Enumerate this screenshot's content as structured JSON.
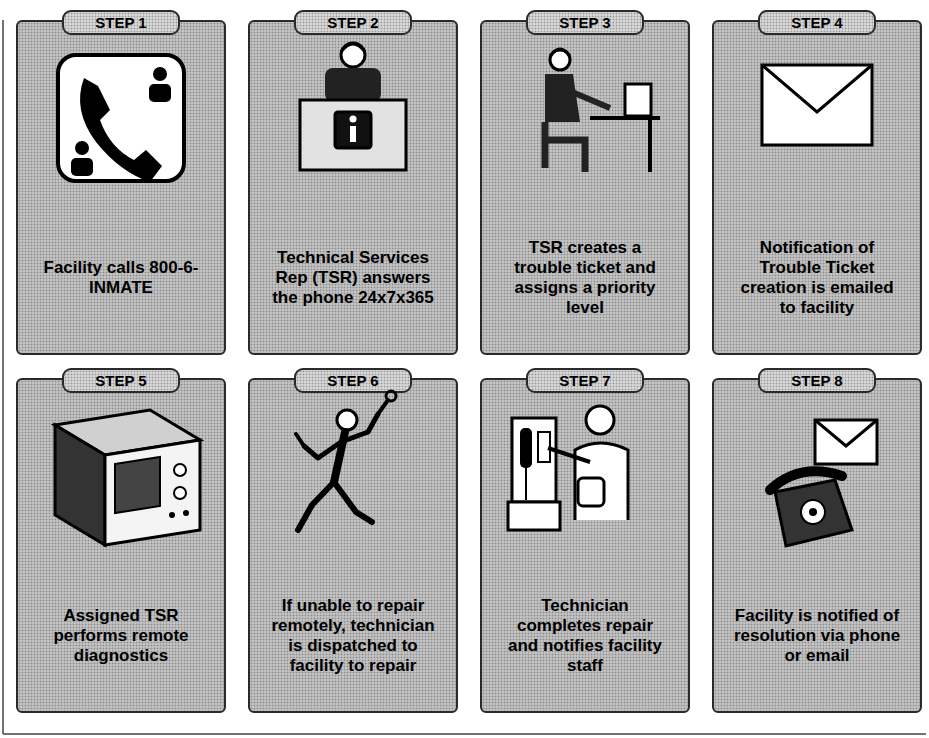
{
  "diagram": {
    "nodes": [
      {
        "text": [
          "STEP 1",
          "Facility calls 800-6-INMATE"
        ]
      },
      {
        "text": [
          "STEP 2",
          "Technical Services Rep (TSR) answers the phone 24x7x365"
        ]
      },
      {
        "text": [
          "STEP 3",
          "TSR creates a trouble ticket and assigns a priority level"
        ]
      },
      {
        "text": [
          "STEP 4",
          "Notification of Trouble Ticket creation is emailed to facility"
        ]
      },
      {
        "text": [
          "STEP 5",
          "Assigned TSR performs remote diagnostics"
        ]
      },
      {
        "text": [
          "STEP 6",
          "If unable to repair remotely, technician is dispatched to facility to repair"
        ]
      },
      {
        "text": [
          "STEP 7",
          "Technician completes repair and notifies facility staff"
        ]
      },
      {
        "text": [
          "STEP 8",
          "Facility is notified of resolution via phone or email"
        ]
      }
    ]
  }
}
